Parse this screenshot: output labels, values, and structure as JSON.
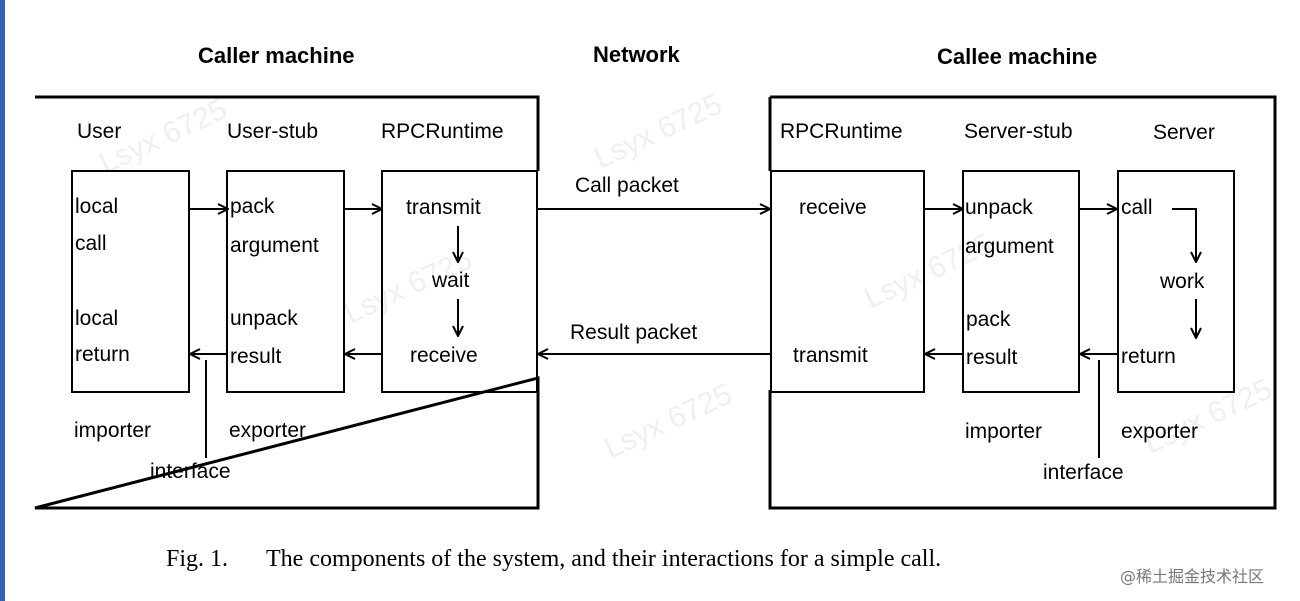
{
  "headers": {
    "caller": "Caller machine",
    "network": "Network",
    "callee": "Callee machine"
  },
  "caller": {
    "user_title": "User",
    "stub_title": "User-stub",
    "rpc_title": "RPCRuntime",
    "user_local": "local",
    "user_call": "call",
    "user_local2": "local",
    "user_return": "return",
    "stub_pack": "pack",
    "stub_argument": "argument",
    "stub_unpack": "unpack",
    "stub_result": "result",
    "rpc_transmit": "transmit",
    "rpc_wait": "wait",
    "rpc_receive": "receive",
    "importer": "importer",
    "exporter": "exporter",
    "interface": "interface"
  },
  "network": {
    "call_packet": "Call packet",
    "result_packet": "Result packet"
  },
  "callee": {
    "rpc_title": "RPCRuntime",
    "stub_title": "Server-stub",
    "server_title": "Server",
    "rpc_receive": "receive",
    "rpc_transmit": "transmit",
    "stub_unpack": "unpack",
    "stub_argument": "argument",
    "stub_pack": "pack",
    "stub_result": "result",
    "server_call": "call",
    "server_work": "work",
    "server_return": "return",
    "importer": "importer",
    "exporter": "exporter",
    "interface": "interface"
  },
  "caption": {
    "fig": "Fig. 1.",
    "text": "The components of the system, and their interactions for a simple call."
  },
  "watermark": "Lsyx 6725",
  "credit": "@稀土掘金技术社区"
}
